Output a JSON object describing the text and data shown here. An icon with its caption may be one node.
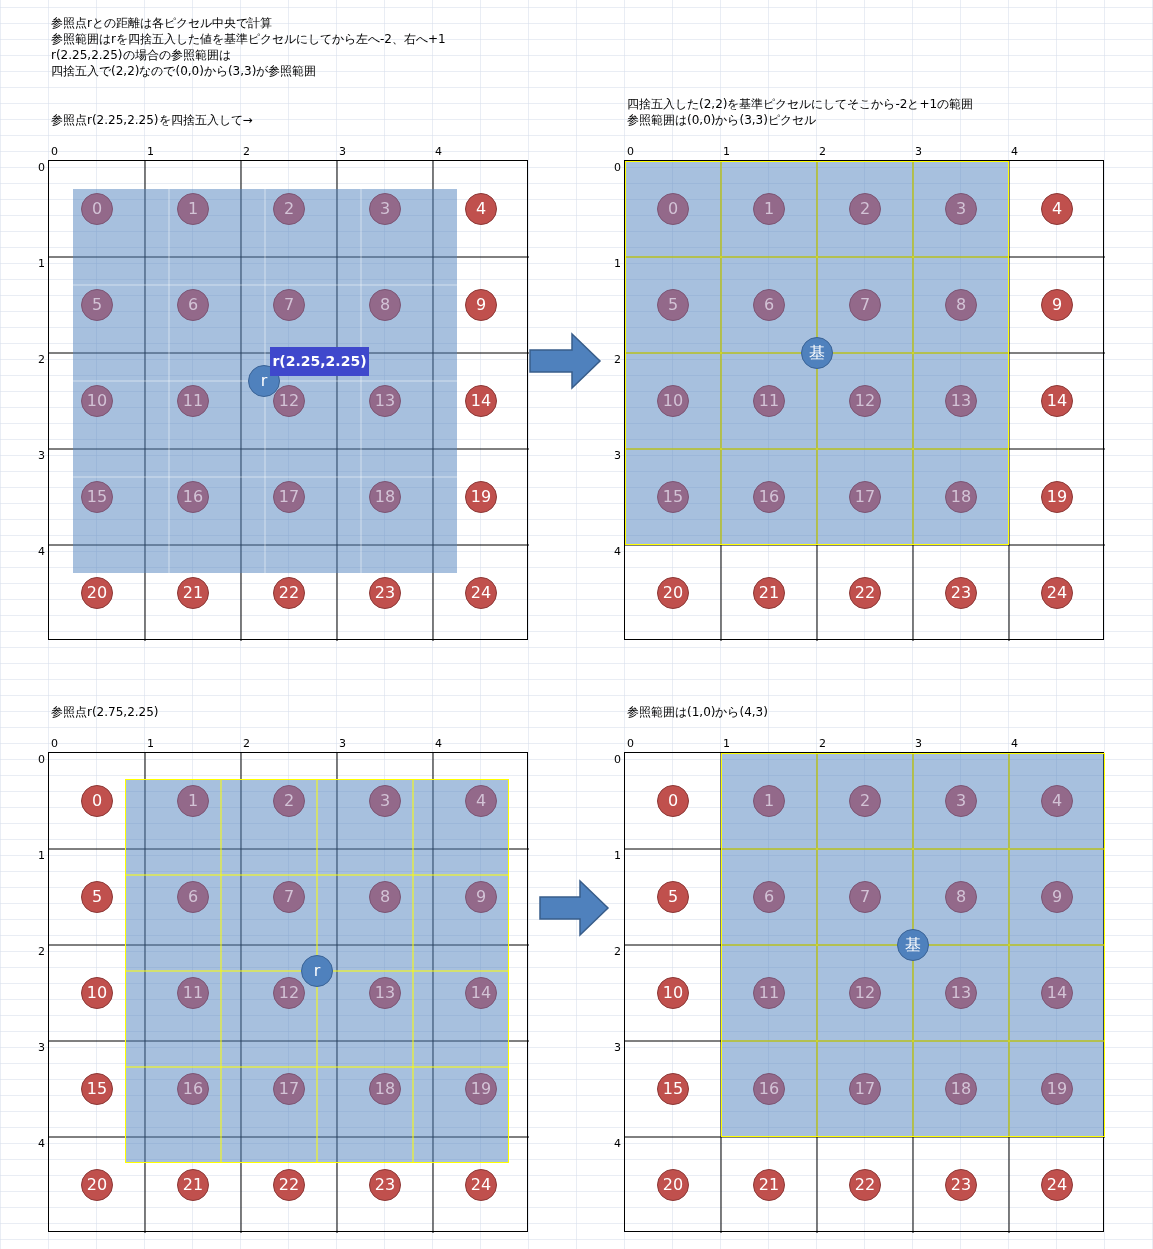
{
  "diagram": {
    "nodes": [
      {
        "text": [],
        "shape": "box"
      },
      {
        "text": [
          "0"
        ],
        "in": 0
      },
      {
        "text": [
          "1"
        ],
        "in": 0
      },
      {
        "text": [
          "2"
        ],
        "in": 0
      },
      {
        "text": [
          "3"
        ],
        "in": 0
      },
      {
        "text": [
          "4"
        ],
        "in": 0
      },
      {
        "text": [
          "5"
        ],
        "in": 0
      },
      {
        "text": [
          "6"
        ],
        "in": 0
      },
      {
        "text": [
          "7"
        ],
        "in": 0
      },
      {
        "text": [
          "8"
        ],
        "in": 0
      },
      {
        "text": [
          "9"
        ],
        "in": 0
      },
      {
        "text": [
          "10"
        ],
        "in": 0
      },
      {
        "text": [
          "11"
        ],
        "in": 0
      },
      {
        "text": [
          "12"
        ],
        "in": 0
      },
      {
        "text": [
          "13"
        ],
        "in": 0
      },
      {
        "text": [
          "14"
        ],
        "in": 0
      },
      {
        "text": [
          "15"
        ],
        "in": 0
      },
      {
        "text": [
          "16"
        ],
        "in": 0
      },
      {
        "text": [
          "17"
        ],
        "in": 0
      },
      {
        "text": [
          "18"
        ],
        "in": 0
      },
      {
        "text": [
          "19"
        ],
        "in": 0
      },
      {
        "text": [
          "20"
        ],
        "in": 0
      },
      {
        "text": [
          "21"
        ],
        "in": 0
      },
      {
        "text": [
          "22"
        ],
        "in": 0
      },
      {
        "text": [
          "23"
        ],
        "in": 0
      },
      {
        "text": [
          "24"
        ],
        "in": 0
      },
      {
        "text": [
          "r"
        ],
        "in": 0
      },
      {
        "text": [
          "r(2.25,2.25)"
        ],
        "in": 0
      },
      {
        "text": [],
        "shape": "box"
      },
      {
        "text": [
          "0"
        ],
        "in": 28
      },
      {
        "text": [
          "1"
        ],
        "in": 28
      },
      {
        "text": [
          "2"
        ],
        "in": 28
      },
      {
        "text": [
          "3"
        ],
        "in": 28
      },
      {
        "text": [
          "4"
        ],
        "in": 28
      },
      {
        "text": [
          "5"
        ],
        "in": 28
      },
      {
        "text": [
          "6"
        ],
        "in": 28
      },
      {
        "text": [
          "7"
        ],
        "in": 28
      },
      {
        "text": [
          "8"
        ],
        "in": 28
      },
      {
        "text": [
          "9"
        ],
        "in": 28
      },
      {
        "text": [
          "10"
        ],
        "in": 28
      },
      {
        "text": [
          "11"
        ],
        "in": 28
      },
      {
        "text": [
          "12"
        ],
        "in": 28
      },
      {
        "text": [
          "13"
        ],
        "in": 28
      },
      {
        "text": [
          "14"
        ],
        "in": 28
      },
      {
        "text": [
          "15"
        ],
        "in": 28
      },
      {
        "text": [
          "16"
        ],
        "in": 28
      },
      {
        "text": [
          "17"
        ],
        "in": 28
      },
      {
        "text": [
          "18"
        ],
        "in": 28
      },
      {
        "text": [
          "19"
        ],
        "in": 28
      },
      {
        "text": [
          "20"
        ],
        "in": 28
      },
      {
        "text": [
          "21"
        ],
        "in": 28
      },
      {
        "text": [
          "22"
        ],
        "in": 28
      },
      {
        "text": [
          "23"
        ],
        "in": 28
      },
      {
        "text": [
          "24"
        ],
        "in": 28
      },
      {
        "text": [
          "基"
        ],
        "in": 28
      },
      {
        "text": [],
        "shape": "box"
      },
      {
        "text": [
          "0"
        ],
        "in": 55
      },
      {
        "text": [
          "1"
        ],
        "in": 55
      },
      {
        "text": [
          "2"
        ],
        "in": 55
      },
      {
        "text": [
          "3"
        ],
        "in": 55
      },
      {
        "text": [
          "4"
        ],
        "in": 55
      },
      {
        "text": [
          "5"
        ],
        "in": 55
      },
      {
        "text": [
          "6"
        ],
        "in": 55
      },
      {
        "text": [
          "7"
        ],
        "in": 55
      },
      {
        "text": [
          "8"
        ],
        "in": 55
      },
      {
        "text": [
          "9"
        ],
        "in": 55
      },
      {
        "text": [
          "10"
        ],
        "in": 55
      },
      {
        "text": [
          "11"
        ],
        "in": 55
      },
      {
        "text": [
          "12"
        ],
        "in": 55
      },
      {
        "text": [
          "13"
        ],
        "in": 55
      },
      {
        "text": [
          "14"
        ],
        "in": 55
      },
      {
        "text": [
          "15"
        ],
        "in": 55
      },
      {
        "text": [
          "16"
        ],
        "in": 55
      },
      {
        "text": [
          "17"
        ],
        "in": 55
      },
      {
        "text": [
          "18"
        ],
        "in": 55
      },
      {
        "text": [
          "19"
        ],
        "in": 55
      },
      {
        "text": [
          "20"
        ],
        "in": 55
      },
      {
        "text": [
          "21"
        ],
        "in": 55
      },
      {
        "text": [
          "22"
        ],
        "in": 55
      },
      {
        "text": [
          "23"
        ],
        "in": 55
      },
      {
        "text": [
          "24"
        ],
        "in": 55
      },
      {
        "text": [
          "r"
        ],
        "in": 55
      },
      {
        "text": [],
        "shape": "box"
      },
      {
        "text": [
          "0"
        ],
        "in": 82
      },
      {
        "text": [
          "1"
        ],
        "in": 82
      },
      {
        "text": [
          "2"
        ],
        "in": 82
      },
      {
        "text": [
          "3"
        ],
        "in": 82
      },
      {
        "text": [
          "4"
        ],
        "in": 82
      },
      {
        "text": [
          "5"
        ],
        "in": 82
      },
      {
        "text": [
          "6"
        ],
        "in": 82
      },
      {
        "text": [
          "7"
        ],
        "in": 82
      },
      {
        "text": [
          "8"
        ],
        "in": 82
      },
      {
        "text": [
          "9"
        ],
        "in": 82
      },
      {
        "text": [
          "10"
        ],
        "in": 82
      },
      {
        "text": [
          "11"
        ],
        "in": 82
      },
      {
        "text": [
          "12"
        ],
        "in": 82
      },
      {
        "text": [
          "13"
        ],
        "in": 82
      },
      {
        "text": [
          "14"
        ],
        "in": 82
      },
      {
        "text": [
          "15"
        ],
        "in": 82
      },
      {
        "text": [
          "16"
        ],
        "in": 82
      },
      {
        "text": [
          "17"
        ],
        "in": 82
      },
      {
        "text": [
          "18"
        ],
        "in": 82
      },
      {
        "text": [
          "19"
        ],
        "in": 82
      },
      {
        "text": [
          "20"
        ],
        "in": 82
      },
      {
        "text": [
          "21"
        ],
        "in": 82
      },
      {
        "text": [
          "22"
        ],
        "in": 82
      },
      {
        "text": [
          "23"
        ],
        "in": 82
      },
      {
        "text": [
          "24"
        ],
        "in": 82
      },
      {
        "text": [
          "基"
        ],
        "in": 82
      }
    ],
    "edges": [
      {
        "from": 0,
        "to": 28,
        "arrow": "to",
        "style": "thick"
      },
      {
        "from": 55,
        "to": 82,
        "arrow": "to",
        "style": "thick"
      }
    ],
    "labels": [
      "参照点rとの距離は各ピクセル中央で計算",
      "参照範囲はrを四捨五入した値を基準ピクセルにしてから左へ-2、右へ+1",
      "r(2.25,2.25)の場合の参照範囲は",
      "四捨五入で(2,2)なので(0,0)から(3,3)が参照範囲",
      "四捨五入した(2,2)を基準ピクセルにしてそこから-2と+1の範囲",
      "参照点r(2.25,2.25)を四捨五入して→",
      "参照範囲は(0,0)から(3,3)ピクセル",
      "0",
      "1",
      "2",
      "3",
      "4",
      "0",
      "1",
      "2",
      "3",
      "4",
      "0",
      "1",
      "2",
      "3",
      "4",
      "0",
      "1",
      "2",
      "3",
      "4",
      "参照点r(2.75,2.25)",
      "参照範囲は(1,0)から(4,3)",
      "0",
      "1",
      "2",
      "3",
      "4",
      "0",
      "1",
      "2",
      "3",
      "4",
      "0",
      "1",
      "2",
      "3",
      "4",
      "0",
      "1",
      "2",
      "3",
      "4"
    ]
  }
}
